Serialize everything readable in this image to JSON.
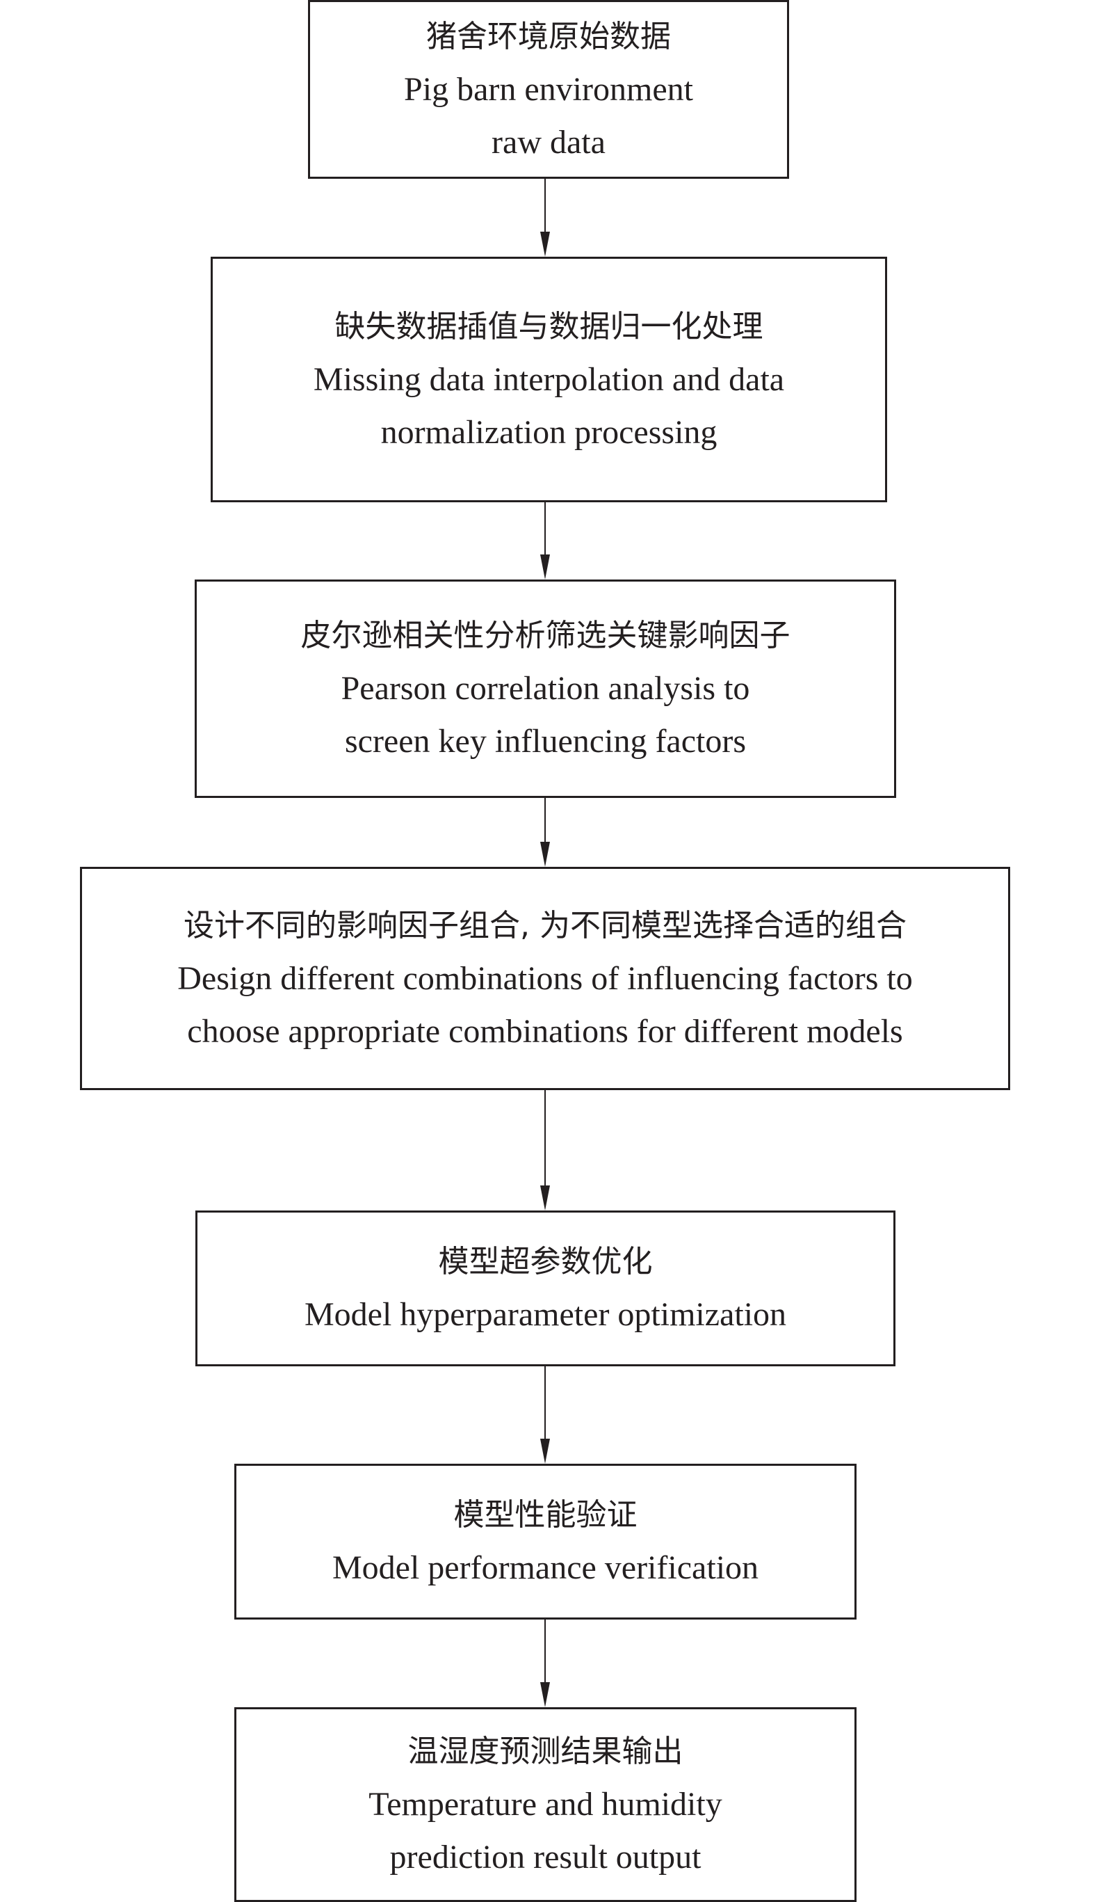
{
  "title": "Flowchart: pig barn temperature and humidity prediction workflow",
  "steps": [
    {
      "cn": "猪舍环境原始数据",
      "en": [
        "Pig barn environment",
        "raw data"
      ]
    },
    {
      "cn": "缺失数据插值与数据归一化处理",
      "en": [
        "Missing data interpolation and data",
        "normalization processing"
      ]
    },
    {
      "cn": "皮尔逊相关性分析筛选关键影响因子",
      "en": [
        "Pearson correlation analysis to",
        "screen key influencing factors"
      ]
    },
    {
      "cn": "设计不同的影响因子组合, 为不同模型选择合适的组合",
      "en": [
        "Design different combinations of influencing factors to",
        "choose appropriate combinations for different models"
      ]
    },
    {
      "cn": "模型超参数优化",
      "en": [
        "Model hyperparameter optimization"
      ]
    },
    {
      "cn": "模型性能验证",
      "en": [
        "Model performance verification"
      ]
    },
    {
      "cn": "温湿度预测结果输出",
      "en": [
        "Temperature and humidity",
        "prediction result output"
      ]
    }
  ],
  "colors": {
    "stroke": "#231f20",
    "background": "#ffffff"
  }
}
